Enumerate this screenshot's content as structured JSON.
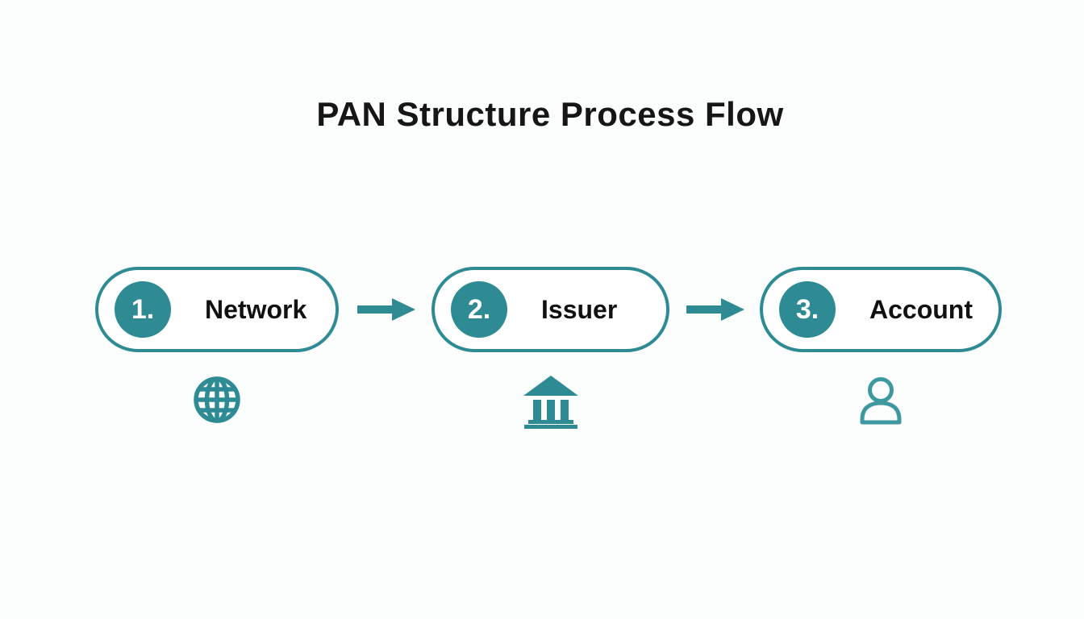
{
  "title": "PAN Structure Process Flow",
  "colors": {
    "accent": "#2E8B94",
    "accent_light": "#3E98A0",
    "background": "#fcfdfd",
    "text": "#161616"
  },
  "steps": [
    {
      "number": "1.",
      "label": "Network",
      "icon": "globe-icon"
    },
    {
      "number": "2.",
      "label": "Issuer",
      "icon": "bank-icon"
    },
    {
      "number": "3.",
      "label": "Account",
      "icon": "person-icon"
    }
  ],
  "connectors": [
    {
      "type": "arrow-right"
    },
    {
      "type": "arrow-right"
    }
  ]
}
